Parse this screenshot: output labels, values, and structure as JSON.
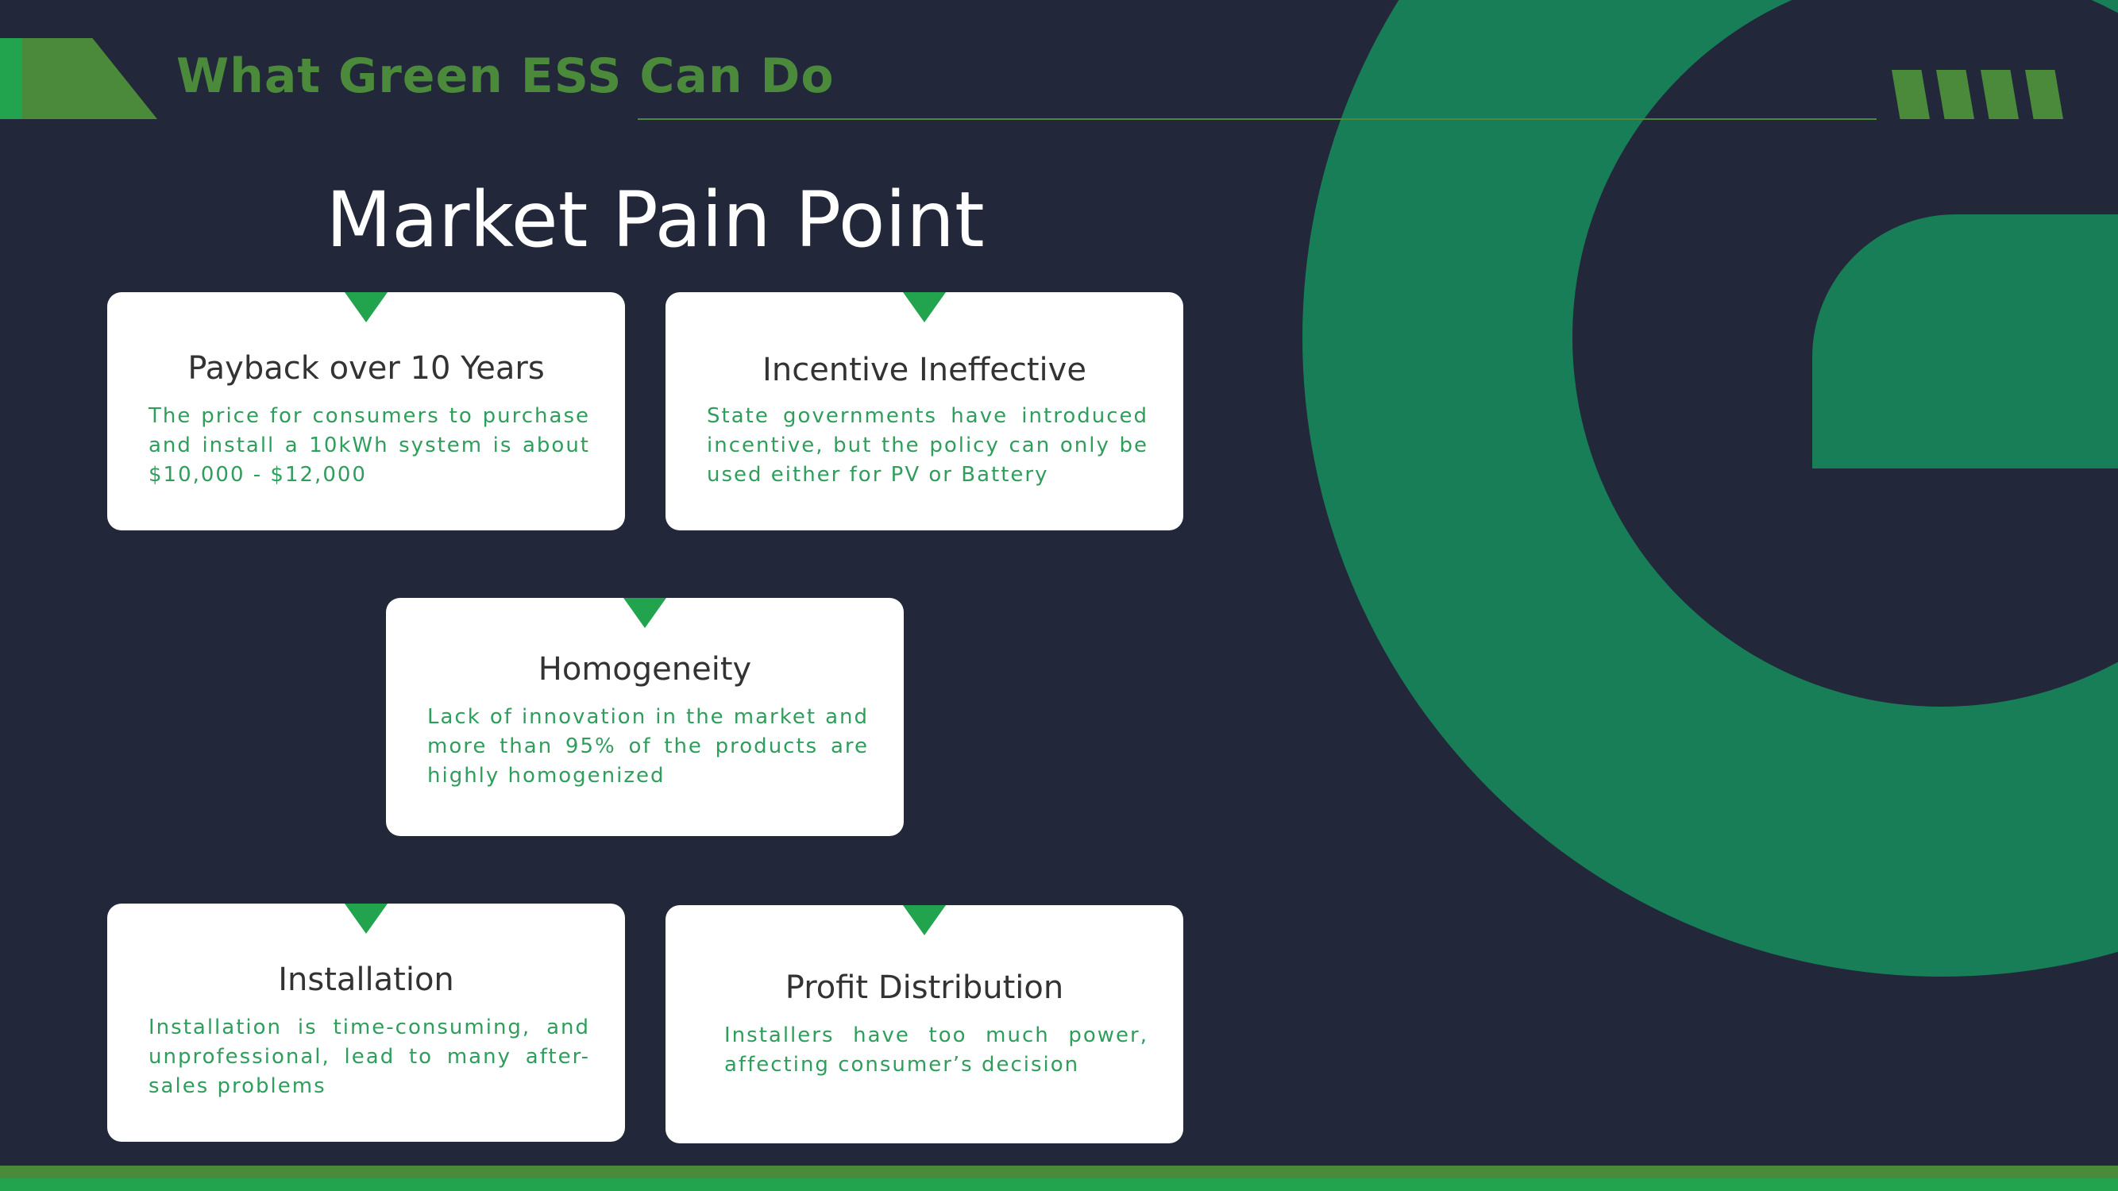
{
  "header": {
    "section_title": "What Green ESS Can Do"
  },
  "main": {
    "title": "Market Pain Point"
  },
  "cards": [
    {
      "title": "Payback over 10 Years",
      "description": "The price for consumers to purchase and install a 10kWh system is about $10,000 - $12,000"
    },
    {
      "title": "Incentive Ineffective",
      "description": "State governments have introduced incentive, but the policy can only be used either for PV or Battery"
    },
    {
      "title": "Homogeneity",
      "description": "Lack of innovation in the market and more than 95% of the products are highly homogenized"
    },
    {
      "title": "Installation",
      "description": "Installation is time-consuming, and unprofessional, lead to many after-sales problems"
    },
    {
      "title": "Profit Distribution",
      "description": "Installers have too much power, affecting consumer’s decision"
    }
  ],
  "colors": {
    "background": "#23273a",
    "brand_green": "#177e57",
    "accent_green": "#21a44d",
    "olive_green": "#4b8a3a",
    "description_text": "#2f9e5c"
  }
}
